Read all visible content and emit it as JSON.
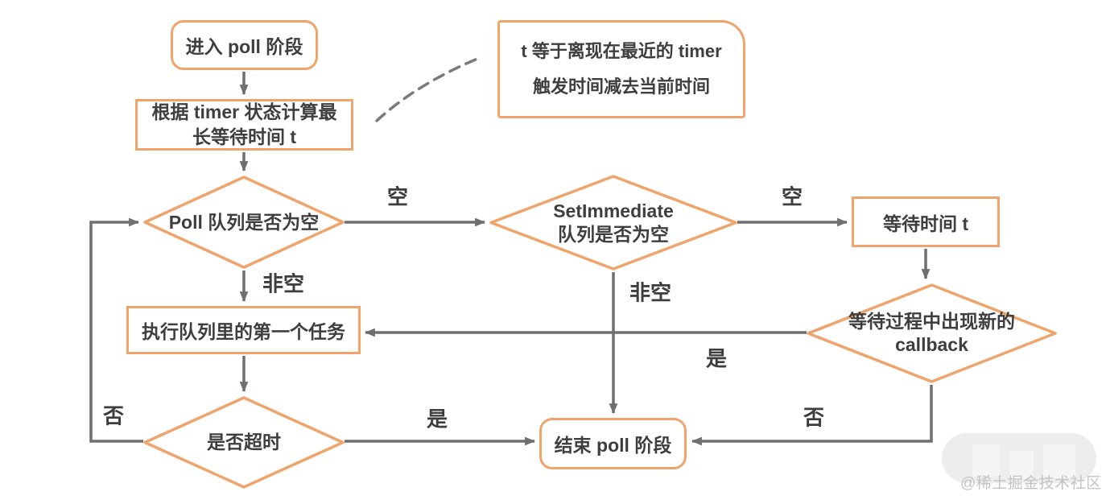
{
  "colors": {
    "accent": "#efa46b",
    "line": "#6f6f6f",
    "text": "#3e3e3e",
    "watermark_text": "#c3c3c3",
    "watermark_bg": "#ededed"
  },
  "nodes": {
    "enter_poll": {
      "label": "进入 poll 阶段"
    },
    "calc_wait": {
      "label": "根据 timer 状态计算最长等待时间 t"
    },
    "timer_note": {
      "line1": "t 等于离现在最近的 timer",
      "line2": "触发时间减去当前时间"
    },
    "poll_queue": {
      "label": "Poll 队列是否为空"
    },
    "setimmediate_queue": {
      "line1": "SetImmediate",
      "line2": "队列是否为空"
    },
    "wait_time": {
      "label": "等待时间 t"
    },
    "exec_first_task": {
      "label": "执行队列里的第一个任务"
    },
    "new_callback": {
      "line1": "等待过程中出现新的",
      "line2": "callback"
    },
    "is_timeout": {
      "label": "是否超时"
    },
    "end_poll": {
      "label": "结束 poll 阶段"
    }
  },
  "edge_labels": {
    "poll_empty": "空",
    "poll_not_empty": "非空",
    "setimmediate_empty": "空",
    "setimmediate_not_empty": "非空",
    "wait_new_callback_yes": "是",
    "wait_new_callback_no": "否",
    "timeout_yes": "是",
    "timeout_no": "否"
  },
  "watermark": {
    "text": "@稀土掘金技术社区"
  }
}
